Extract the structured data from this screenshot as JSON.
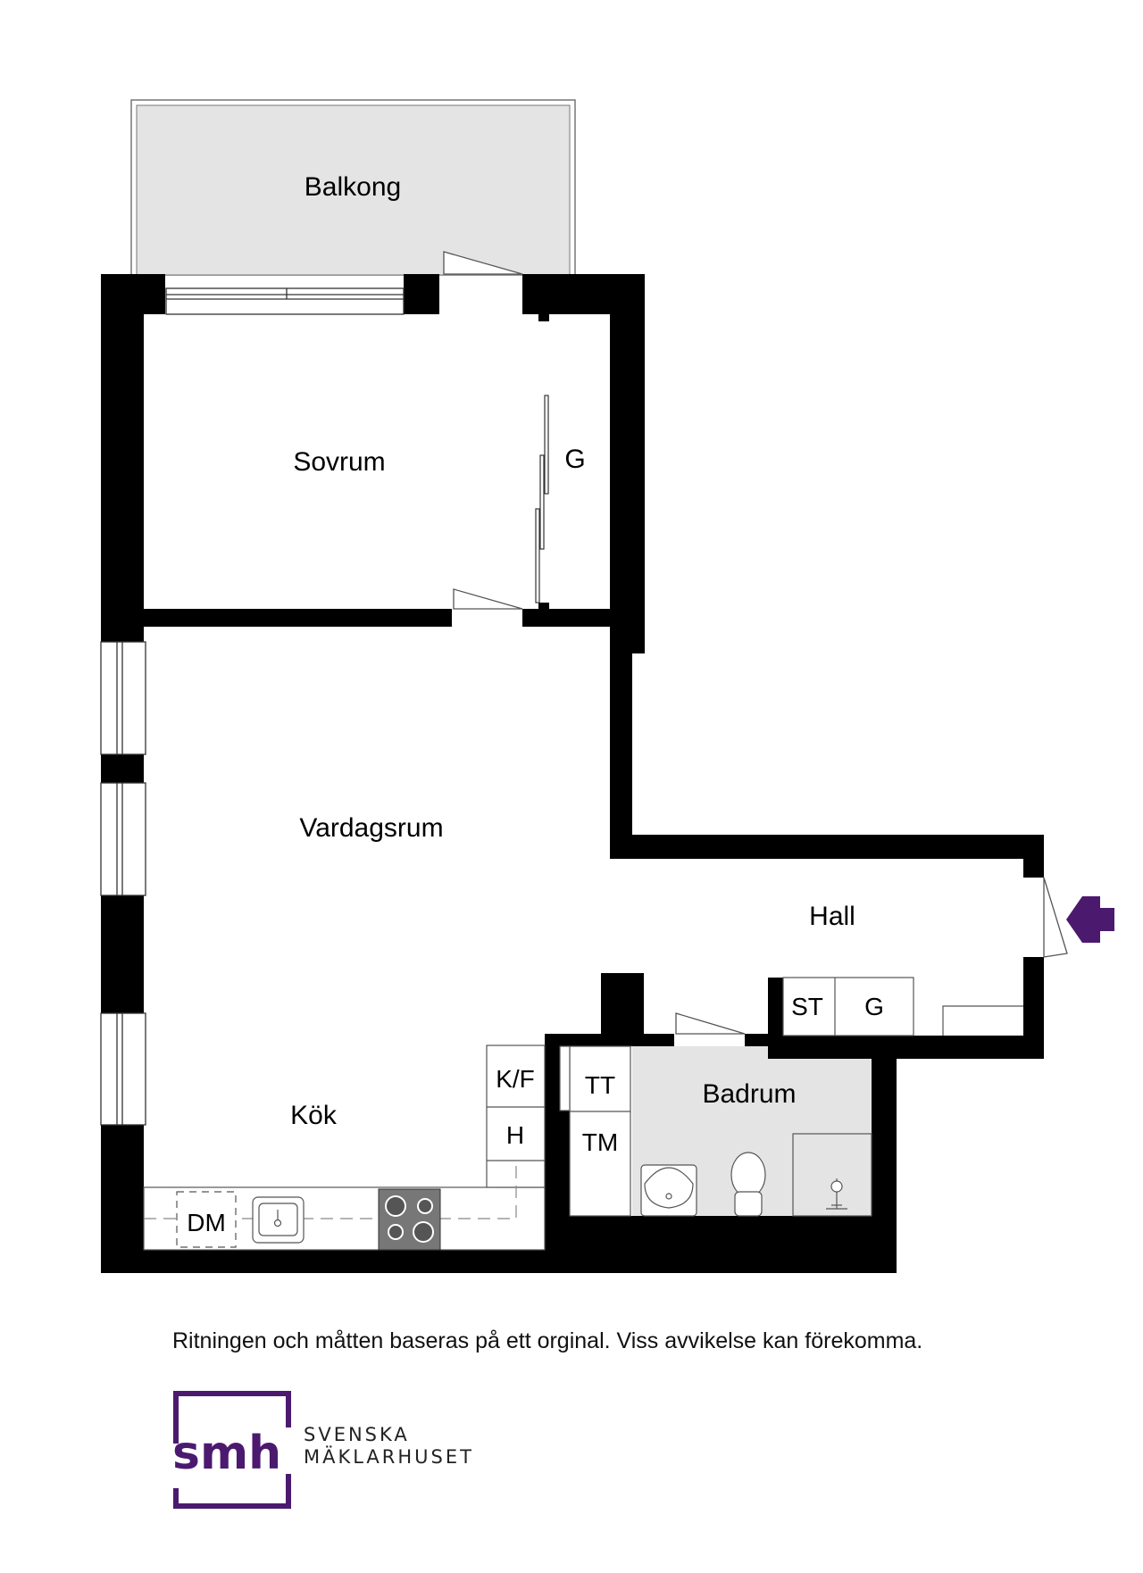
{
  "rooms": {
    "balcony": "Balkong",
    "bedroom": "Sovrum",
    "bedroom_wardrobe": "G",
    "living": "Vardagsrum",
    "hall": "Hall",
    "kitchen": "Kök",
    "bathroom": "Badrum"
  },
  "fixtures": {
    "fridge_freezer": "K/F",
    "cabinet_h": "H",
    "dishwasher": "DM",
    "hall_st": "ST",
    "hall_g": "G",
    "tumble_dryer": "TT",
    "washer": "TM"
  },
  "entrance_icon": "entrance-arrow-icon",
  "accent_color": "#4b1a6e",
  "disclaimer": "Ritningen och måtten baseras på ett orginal. Viss avvikelse kan förekomma.",
  "brand": {
    "mark": "smh",
    "line1": "SVENSKA",
    "line2": "MÄKLARHUSET"
  }
}
